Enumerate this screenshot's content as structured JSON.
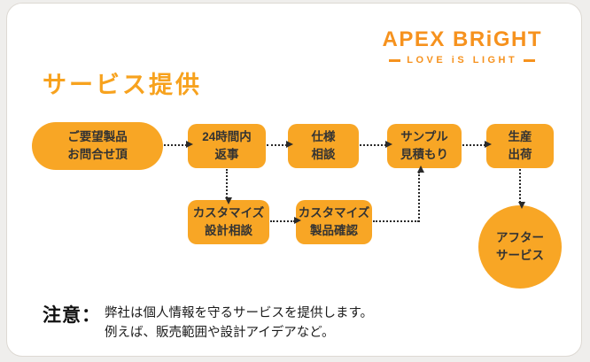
{
  "logo": {
    "name": "APEX BRiGHT",
    "tagline": "LOVE iS LIGHT"
  },
  "title": "サービス提供",
  "flow": {
    "step1": "ご要望製品\nお問合せ頂",
    "step2": "24時間内\n返事",
    "step3": "仕様\n相談",
    "step4": "サンプル\n見積もり",
    "step5": "生産\n出荷",
    "step2b": "カスタマイズ\n設計相談",
    "step3b": "カスタマイズ\n製品確認",
    "after_service": "アフター\nサービス"
  },
  "note": {
    "label": "注意：",
    "line1": "弊社は個人情報を守るサービスを提供します。",
    "line2": "例えば、販売範囲や設計アイデアなど。"
  },
  "colors": {
    "accent": "#f8a625",
    "logo_orange": "#f6921e",
    "arrow": "#2a2a2a",
    "background": "#efeeec"
  }
}
